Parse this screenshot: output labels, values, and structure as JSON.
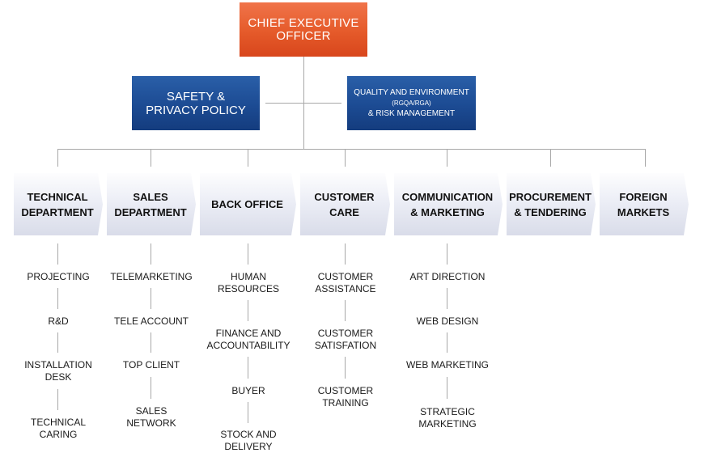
{
  "ceo": {
    "line1": "CHIEF EXECUTIVE",
    "line2": "OFFICER"
  },
  "safety": {
    "line1": "SAFETY &",
    "line2": "PRIVACY POLICY"
  },
  "quality": {
    "line1": "QUALITY AND ENVIRONMENT",
    "line2": "(RGQA/RGA)",
    "line3": "& RISK MANAGEMENT"
  },
  "departments": [
    {
      "label1": "TECHNICAL",
      "label2": "DEPARTMENT",
      "items": [
        [
          "PROJECTING"
        ],
        [
          "R&D"
        ],
        [
          "INSTALLATION",
          "DESK"
        ],
        [
          "TECHNICAL",
          "CARING"
        ]
      ]
    },
    {
      "label1": "SALES",
      "label2": "DEPARTMENT",
      "items": [
        [
          "TELEMARKETING"
        ],
        [
          "TELE ACCOUNT"
        ],
        [
          "TOP CLIENT"
        ],
        [
          "SALES",
          "NETWORK"
        ]
      ]
    },
    {
      "label1": "BACK OFFICE",
      "label2": "",
      "items": [
        [
          "HUMAN",
          "RESOURCES"
        ],
        [
          "FINANCE AND",
          "ACCOUNTABILITY"
        ],
        [
          "BUYER"
        ],
        [
          "STOCK AND",
          "DELIVERY"
        ]
      ]
    },
    {
      "label1": "CUSTOMER",
      "label2": "CARE",
      "items": [
        [
          "CUSTOMER",
          "ASSISTANCE"
        ],
        [
          "CUSTOMER",
          "SATISFATION"
        ],
        [
          "CUSTOMER",
          "TRAINING"
        ]
      ]
    },
    {
      "label1": "COMMUNICATION",
      "label2": "& MARKETING",
      "items": [
        [
          "ART DIRECTION"
        ],
        [
          "WEB DESIGN"
        ],
        [
          "WEB MARKETING"
        ],
        [
          "STRATEGIC",
          "MARKETING"
        ]
      ]
    },
    {
      "label1": "PROCUREMENT",
      "label2": "& TENDERING",
      "items": []
    },
    {
      "label1": "FOREIGN",
      "label2": "MARKETS",
      "items": []
    }
  ],
  "colors": {
    "ceo": "#e55a2a",
    "policy_blue": "#1c4b93",
    "line": "#a8a8a8",
    "dept_fill": "#e4e6f0"
  }
}
